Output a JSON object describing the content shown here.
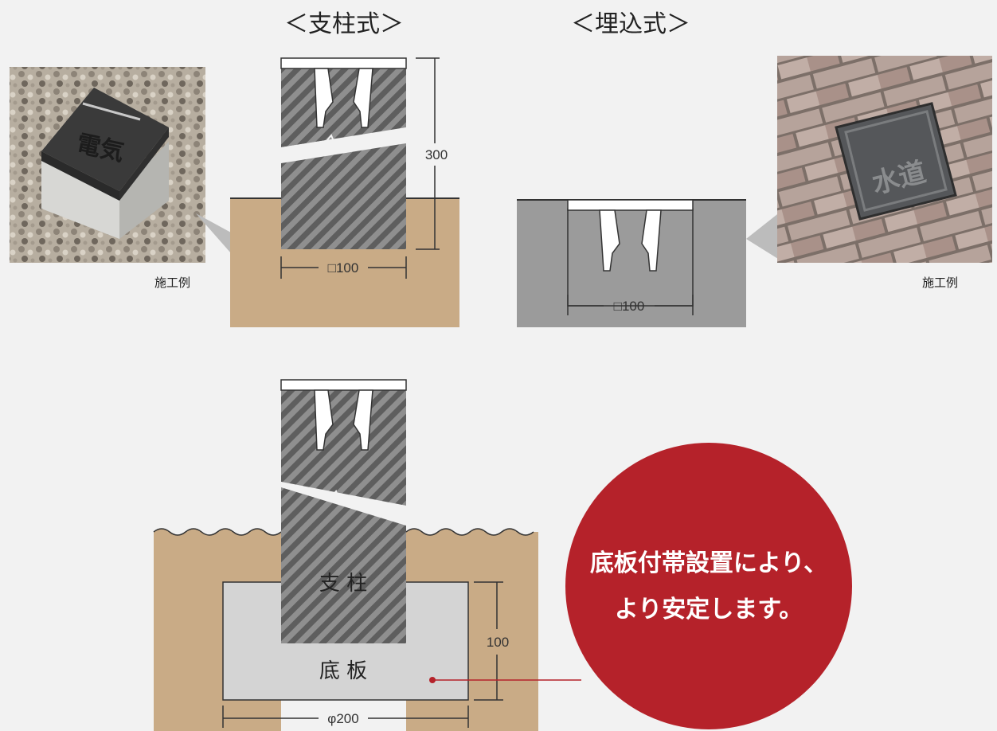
{
  "titles": {
    "pillar_type": "＜支柱式＞",
    "embedded_type": "＜埋込式＞"
  },
  "captions": {
    "example_left": "施工例",
    "example_right": "施工例"
  },
  "photos": {
    "left_marker_text": "電気",
    "right_marker_text": "水道"
  },
  "dimensions": {
    "pillar_height": "300",
    "pillar_width": "□100",
    "embedded_width": "□100",
    "base_height": "100",
    "base_diameter": "φ200"
  },
  "labels": {
    "pillar": "支 柱",
    "base_plate": "底 板"
  },
  "callout": {
    "line1": "底板付帯設置により、",
    "line2": "より安定します。",
    "color": "#b5222a"
  },
  "colors": {
    "soil": "#c9ab86",
    "asphalt": "#9b9b9b",
    "base_plate": "#d4d4d4",
    "hatch": "#5e5e5e",
    "background": "#f2f2f2"
  }
}
